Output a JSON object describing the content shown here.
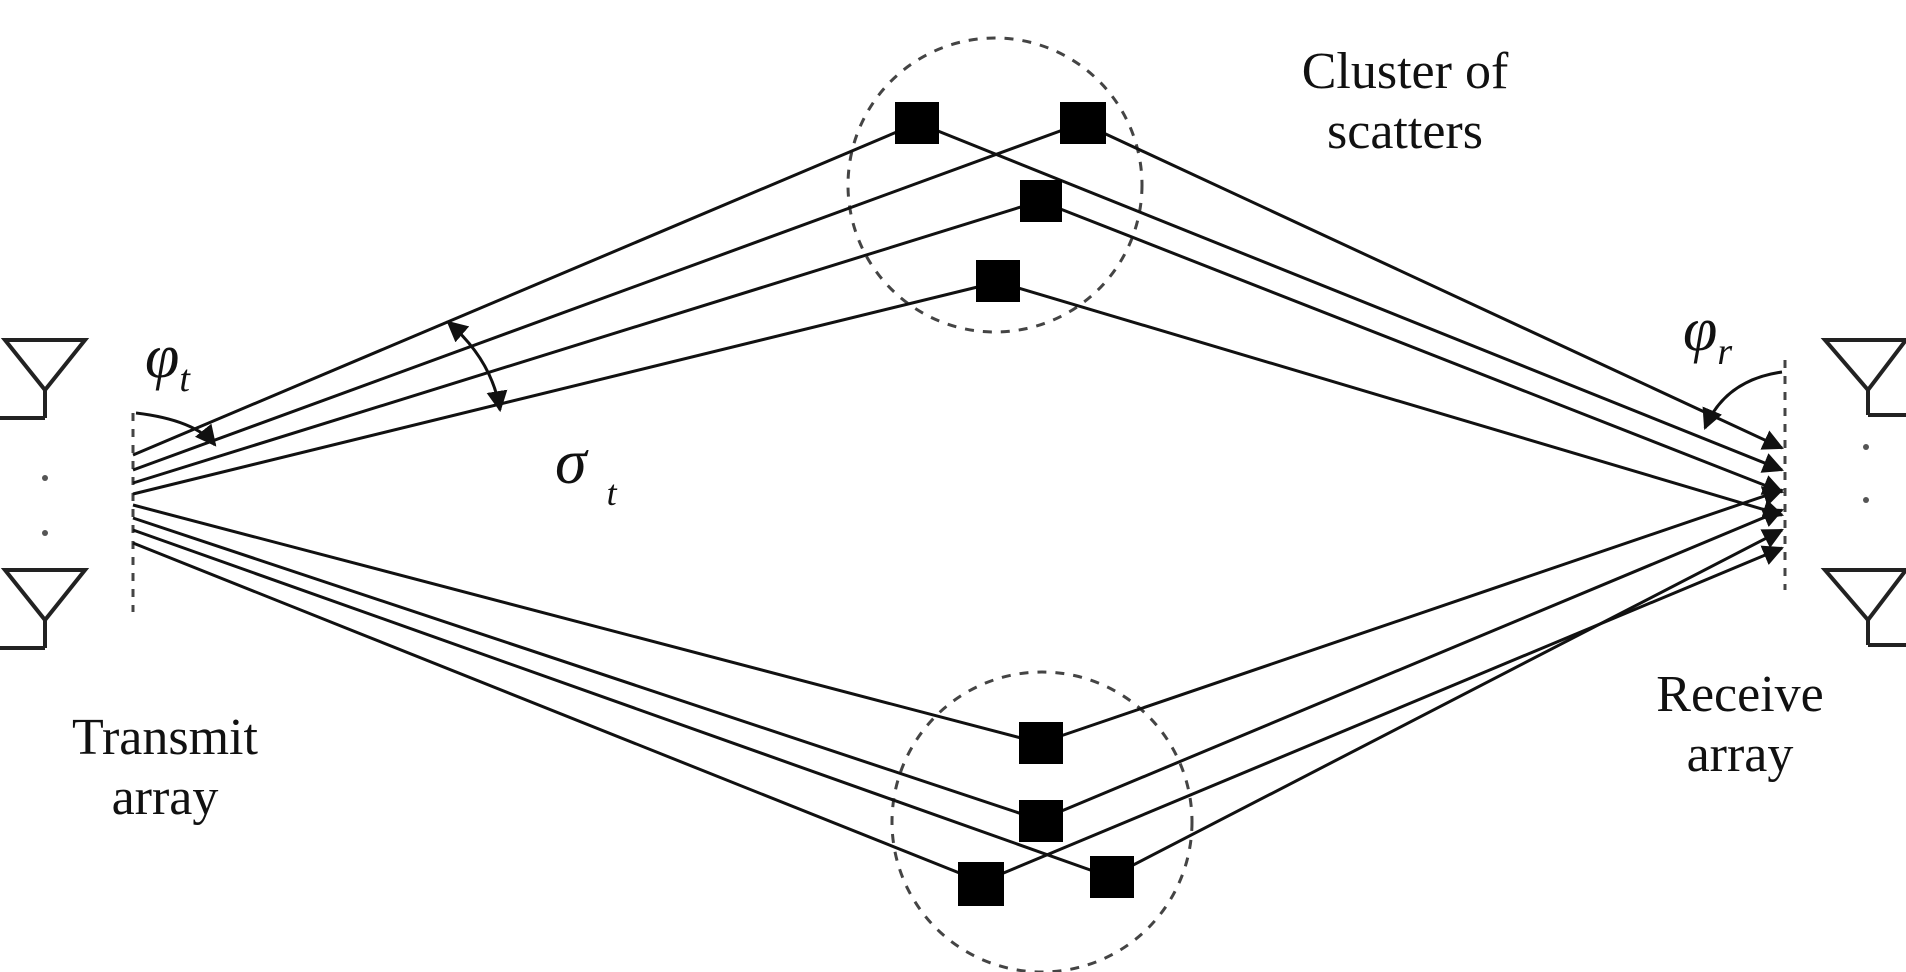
{
  "labels": {
    "cluster_line1": "Cluster of",
    "cluster_line2": "scatters",
    "transmit_line1": "Transmit",
    "transmit_line2": "array",
    "receive_line1": "Receive",
    "receive_line2": "array"
  },
  "symbols": {
    "phi": "φ",
    "phi_t_sub": "t",
    "phi_r_sub": "r",
    "sigma": "σ",
    "sigma_t_sub": "t"
  },
  "icons": {
    "transmit_antennas": "antenna-icon",
    "receive_antennas": "antenna-icon",
    "scatterers": "square-scatterer-icon"
  },
  "colors": {
    "line": "#111111",
    "scatterer": "#000000",
    "dashed": "#444444"
  }
}
